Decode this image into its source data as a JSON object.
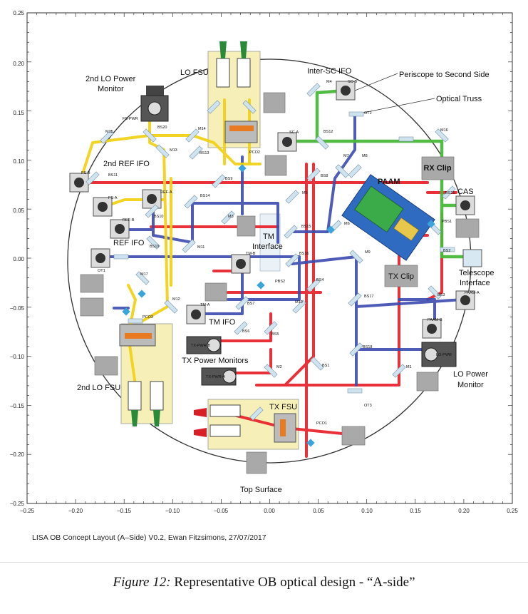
{
  "axes": {
    "x_ticks": [
      "−0.25",
      "−0.20",
      "−0.15",
      "−0.10",
      "−0.05",
      "0.00",
      "0.05",
      "0.10",
      "0.15",
      "0.20",
      "0.25"
    ],
    "y_ticks": [
      "0.25",
      "0.20",
      "0.15",
      "0.10",
      "0.05",
      "0.00",
      "−0.05",
      "−0.10",
      "−0.15",
      "−0.20",
      "−0.25"
    ]
  },
  "labels": {
    "lo_fsu": "LO FSU",
    "inter_sc_ifo": "Inter-SC IFO",
    "periscope": "Periscope to Second Side",
    "optical_truss": "Optical Truss",
    "lo2_power_monitor_1": "2nd LO Power",
    "lo2_power_monitor_2": "Monitor",
    "ref2_ifo": "2nd REF IFO",
    "ref_ifo": "REF IFO",
    "paam": "PAAM",
    "rx_clip": "RX Clip",
    "cas": "CAS",
    "tm_interface_1": "TM",
    "tm_interface_2": "Interface",
    "tx_clip": "TX Clip",
    "telescope_interface_1": "Telescope",
    "telescope_interface_2": "Interface",
    "tm_ifo": "TM IFO",
    "tx_power_monitors": "TX Power Monitors",
    "lo2_fsu": "2nd LO FSU",
    "lo_power_monitor_1": "LO Power",
    "lo_power_monitor_2": "Monitor",
    "tx_fsu": "TX FSU",
    "top_surface": "Top Surface"
  },
  "components": {
    "m4": "M4",
    "bs_b": "SC-B",
    "ot2": "OT2",
    "bs12": "BS12",
    "sc_a": "SC-A",
    "m16": "M16",
    "fs_pwr": "FS-PWR",
    "bs20": "BS20",
    "m15": "M15",
    "m14": "M14",
    "m13": "M13",
    "bs13": "BS13",
    "pco2": "PCO2",
    "fs_b": "FS-B",
    "bs11": "BS11",
    "fs_a": "FS-A",
    "bs9": "BS9",
    "bs8": "BS8",
    "m7": "M7",
    "m8": "M8",
    "ref_a": "REF-A",
    "bs14": "BS14",
    "m5": "M5",
    "bs21": "BS21",
    "ref_b": "REF-B",
    "bs10": "BS10",
    "m3": "M3",
    "bs15": "BS15",
    "m6": "M6",
    "pbs1": "PBS1",
    "bs19": "BS19",
    "m11": "M11",
    "tm_b": "TM-B",
    "bs16": "BS16",
    "m9": "M9",
    "bs2": "BS2",
    "ot1": "OT1",
    "m17": "M17",
    "pbs2": "PBS2",
    "bs4": "BS4",
    "m12": "M12",
    "bs7": "BS7",
    "bs17": "BS17",
    "bs3": "BS3",
    "paam_a": "PAAM-A",
    "pco3": "PCO3",
    "tm_a": "TM-A",
    "m10": "M10",
    "paam_b": "PAAM-B",
    "bs6": "BS6",
    "bs5": "BS5",
    "tx_pwr_b": "TX-PWR-B",
    "bs18": "BS18",
    "lo_pwr": "LO-PWR",
    "bs1": "BS1",
    "m1": "M1",
    "m2": "M2",
    "tx_pwr_a": "TX-PWR-A",
    "ot3": "OT3",
    "pco1": "PCO1"
  },
  "colors": {
    "beam_red": "#e8202a",
    "beam_blue": "#3b4bb0",
    "beam_yellow": "#f2d21a",
    "beam_green": "#49b83a",
    "paam": "#2f6bc0",
    "fsu_fill": "#f6f0b8",
    "component_gray": "#a9a9a9"
  },
  "credit": "LISA OB Concept Layout (A–Side) V0.2, Ewan Fitzsimons, 27/07/2017",
  "caption": {
    "prefix": "Figure 12:",
    "text": "Representative OB optical design - “A-side”"
  }
}
